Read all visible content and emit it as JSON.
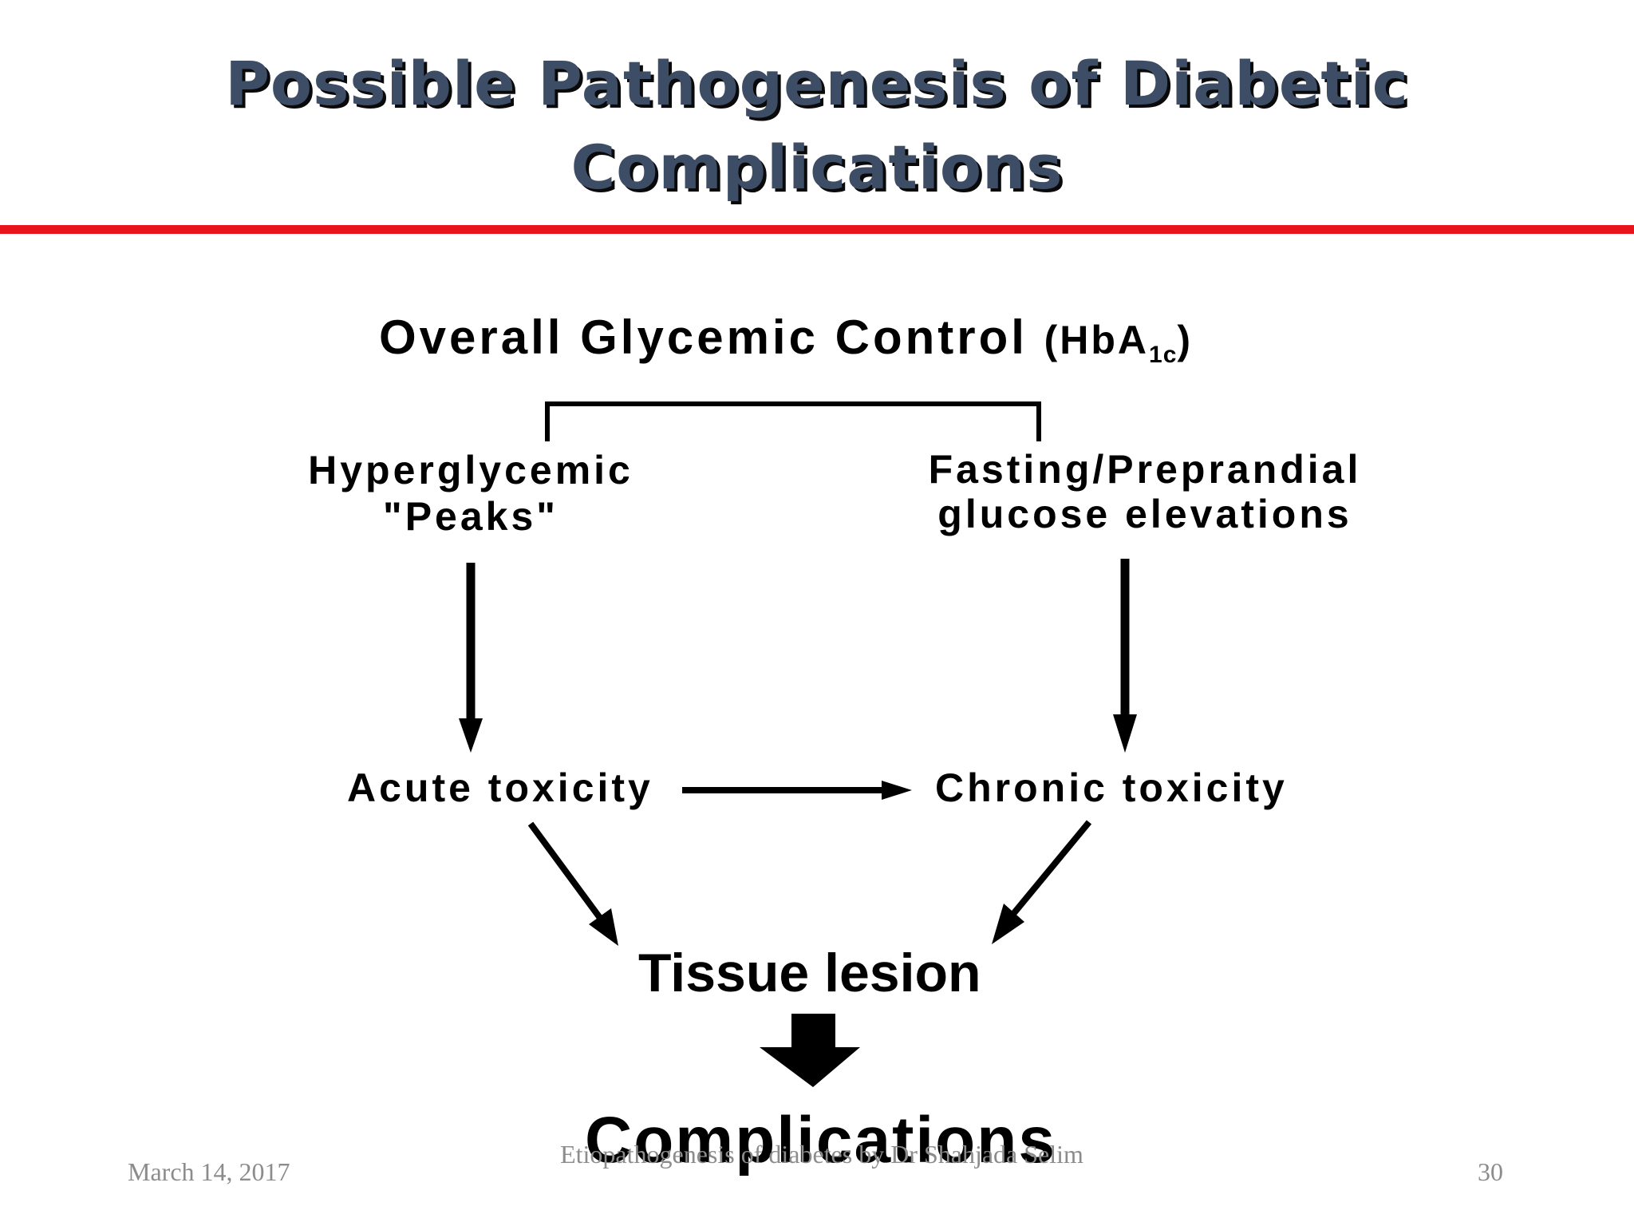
{
  "slide": {
    "title_line1": "Possible Pathogenesis of Diabetic",
    "title_line2": "Complications",
    "accent_color": "#e8141b",
    "title_color": "#3e4d66"
  },
  "diagram": {
    "top": {
      "main": "Overall Glycemic Control",
      "paren_open": "(HbA",
      "sub": "1c",
      "paren_close": ")"
    },
    "left_branch": {
      "line1": "Hyperglycemic",
      "line2": "\"Peaks\""
    },
    "right_branch": {
      "line1": "Fasting/Preprandial",
      "line2": "glucose elevations"
    },
    "acute": "Acute toxicity",
    "chronic": "Chronic toxicity",
    "tissue": "Tissue lesion",
    "outcome": "Complications"
  },
  "footer": {
    "date": "March 14, 2017",
    "center": "Etiopathogenesis of diabetes by Dr Shahjada Selim",
    "page": "30"
  }
}
